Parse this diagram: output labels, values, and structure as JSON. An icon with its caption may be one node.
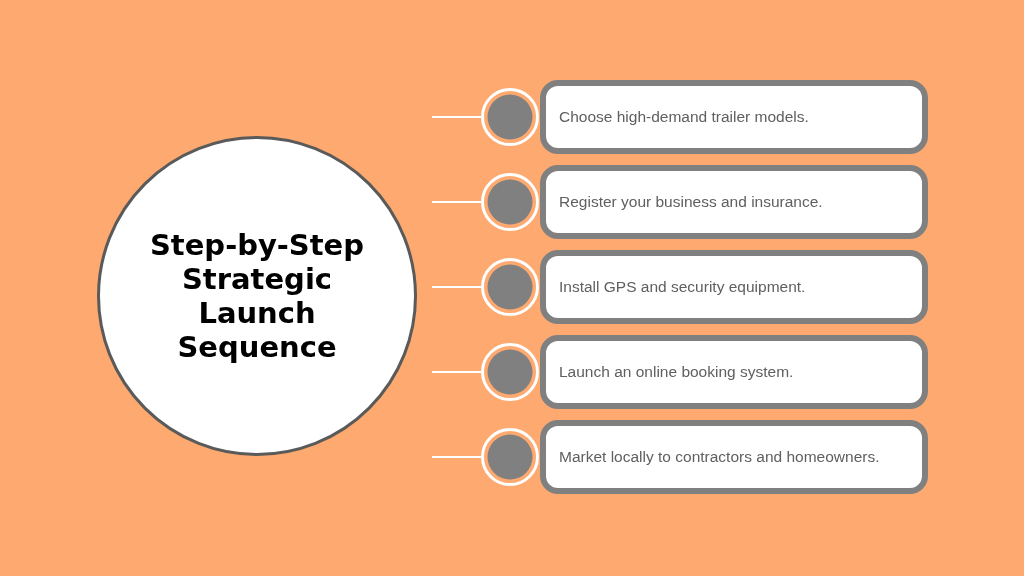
{
  "diagram": {
    "nodes": [
      {
        "text": [
          "Step-by-Step Strategic Launch Sequence"
        ]
      },
      {
        "text": [],
        "shape": "circle"
      },
      {
        "text": [
          "Choose high-demand trailer models."
        ]
      },
      {
        "text": [],
        "shape": "circle"
      },
      {
        "text": [
          "Register your business and insurance."
        ]
      },
      {
        "text": [],
        "shape": "circle"
      },
      {
        "text": [
          "Install GPS and security equipment."
        ]
      },
      {
        "text": [],
        "shape": "circle"
      },
      {
        "text": [
          "Launch an online booking system."
        ]
      },
      {
        "text": [],
        "shape": "circle"
      },
      {
        "text": [
          "Market locally to contractors and homeowners."
        ]
      }
    ],
    "edges": [
      {
        "from": null,
        "to": 1,
        "arrow": "none"
      },
      {
        "from": null,
        "to": 3,
        "arrow": "none"
      },
      {
        "from": null,
        "to": 5,
        "arrow": "none"
      },
      {
        "from": null,
        "to": 7,
        "arrow": "none"
      },
      {
        "from": null,
        "to": 9,
        "arrow": "none"
      }
    ]
  }
}
